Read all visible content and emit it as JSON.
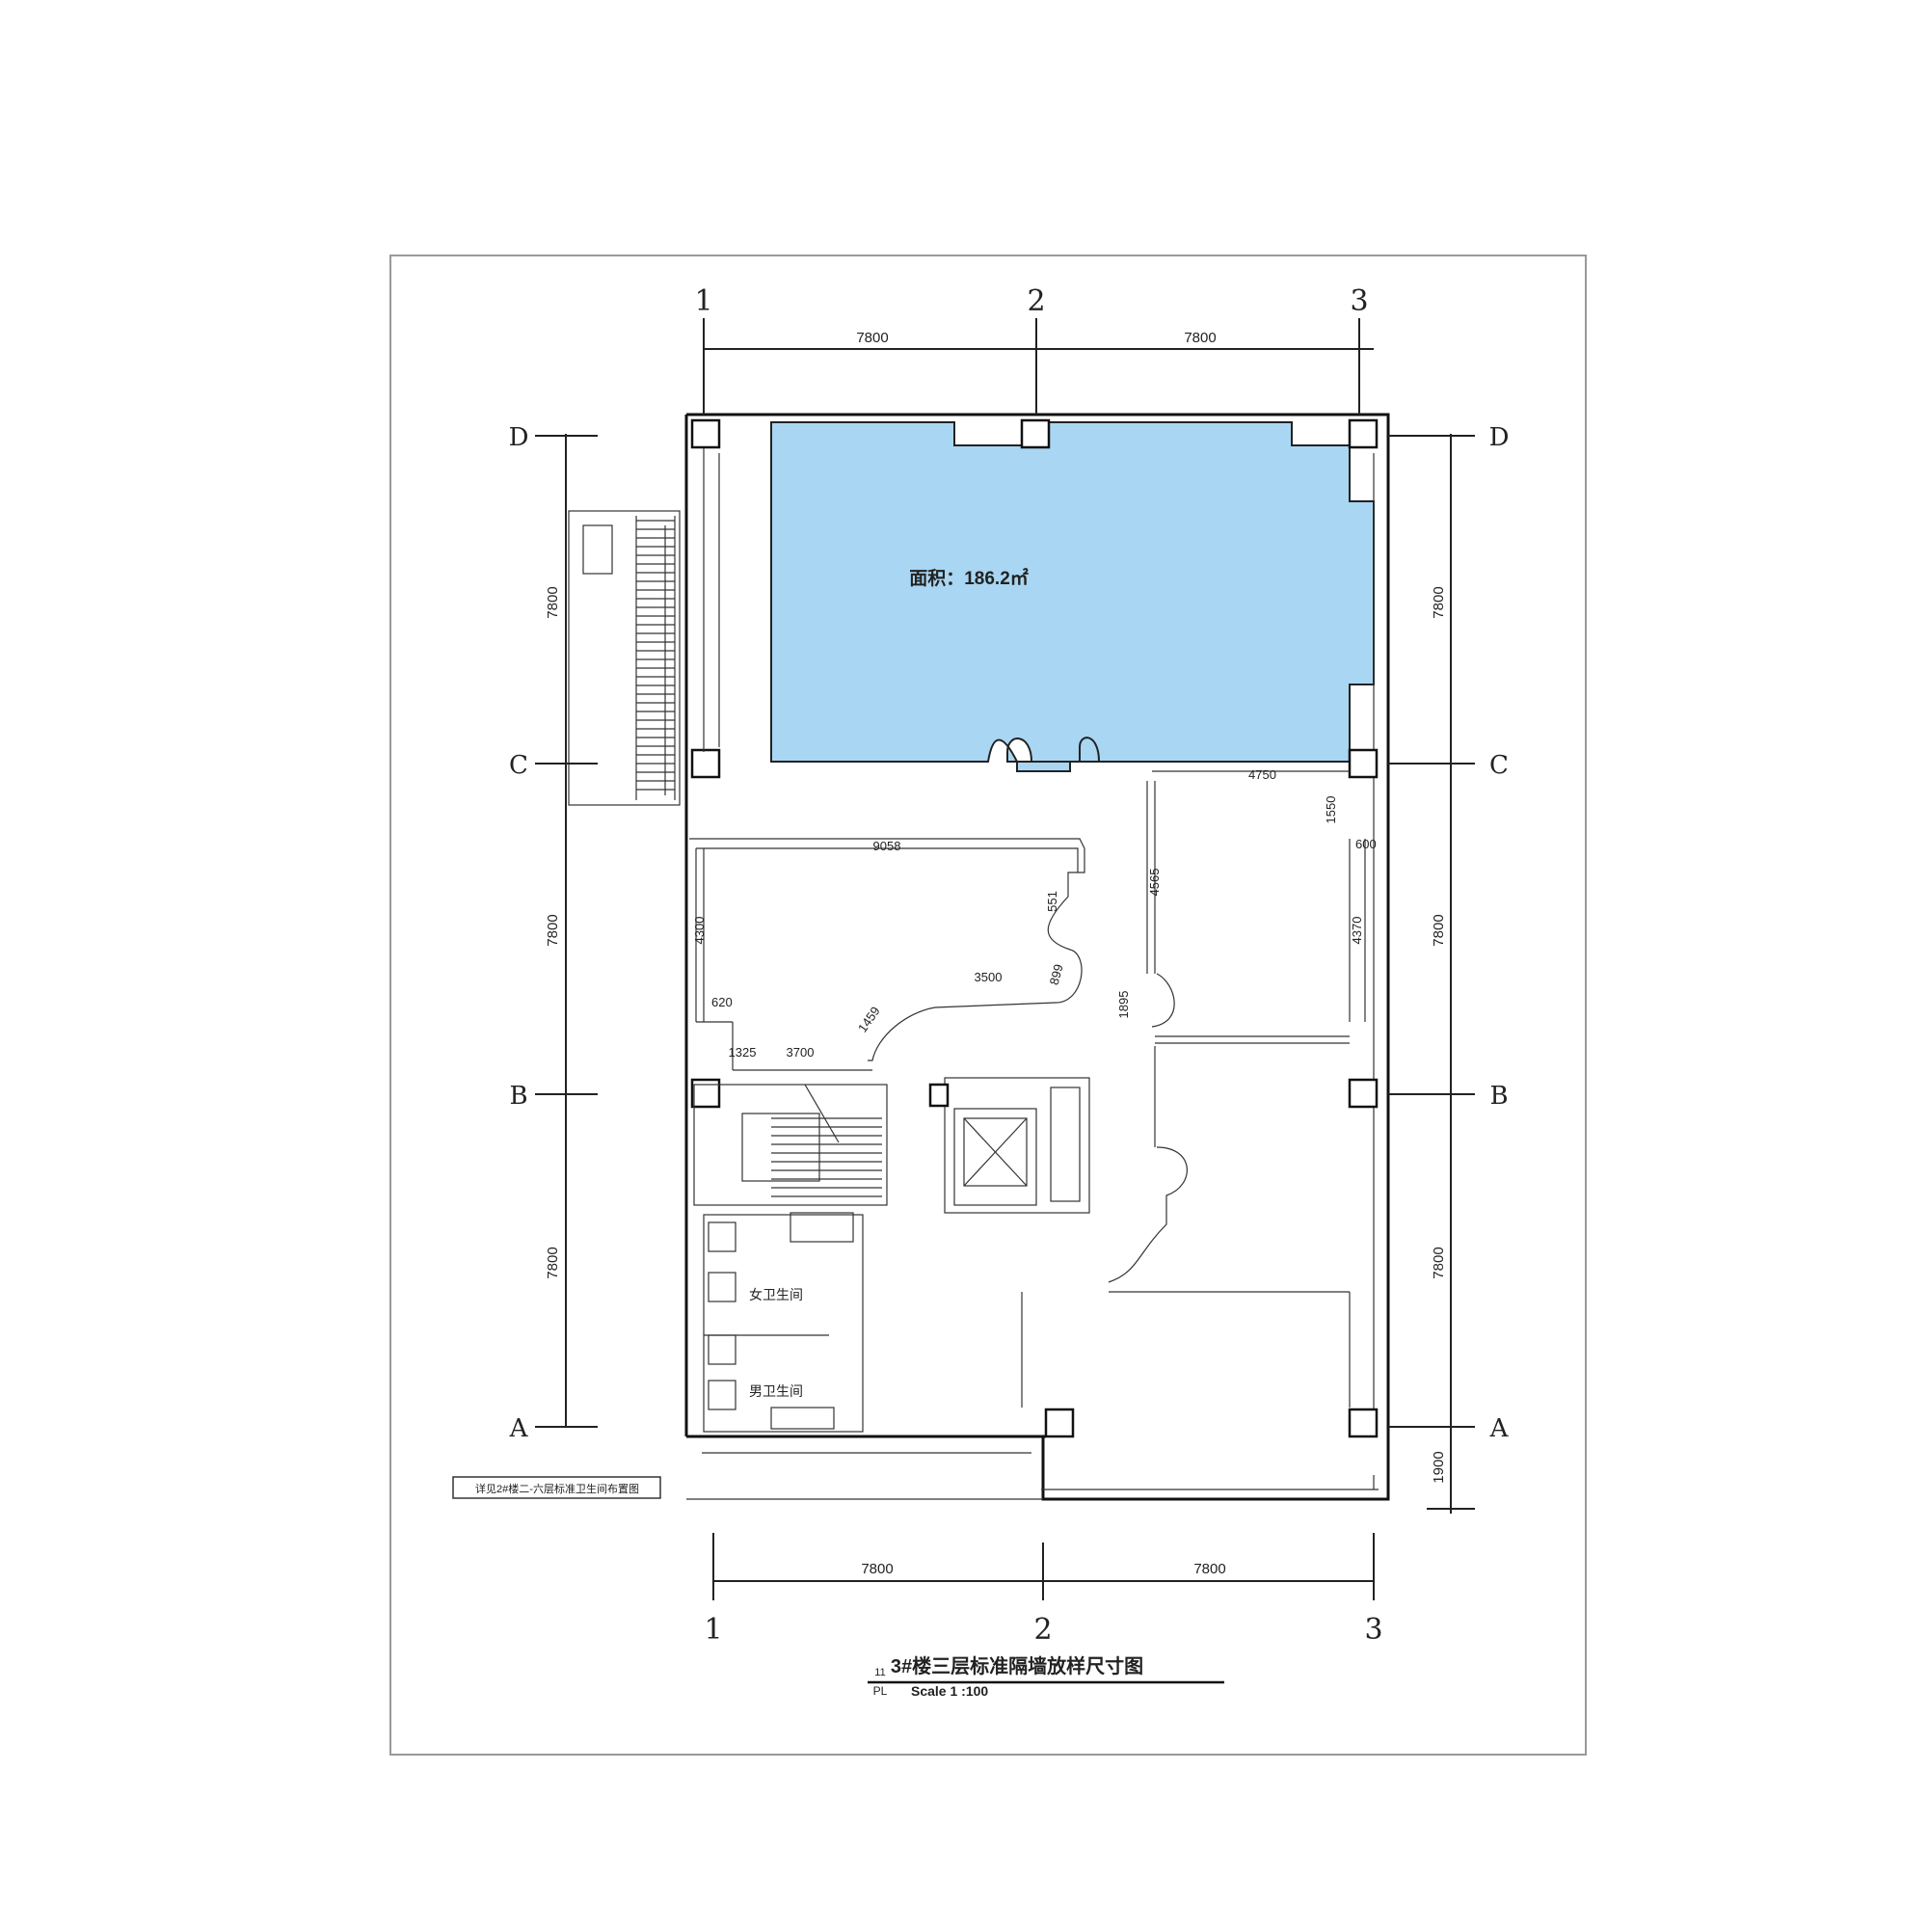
{
  "drawing": {
    "title": "3#楼三层标准隔墙放样尺寸图",
    "scale": "Scale 1 :100",
    "sheet_no": "11",
    "sheet_code": "PL",
    "note": "详见2#楼二-六层标准卫生间布置图"
  },
  "grid": {
    "columns": [
      "1",
      "2",
      "3"
    ],
    "rows": [
      "D",
      "C",
      "B",
      "A"
    ]
  },
  "dimensions": {
    "top": [
      "7800",
      "7800"
    ],
    "bottom": [
      "7800",
      "7800"
    ],
    "left": [
      "7800",
      "7800",
      "7800"
    ],
    "right": [
      "7800",
      "7800",
      "7800",
      "1900"
    ],
    "interior": [
      "4750",
      "1550",
      "600",
      "4565",
      "4370",
      "9058",
      "551",
      "4300",
      "3500",
      "899",
      "1459",
      "620",
      "1325",
      "3700",
      "1895"
    ]
  },
  "highlight": {
    "area_label": "面积：186.2㎡",
    "color": "#a9d6f2"
  },
  "rooms": {
    "female_wc": "女卫生间",
    "male_wc": "男卫生间"
  }
}
